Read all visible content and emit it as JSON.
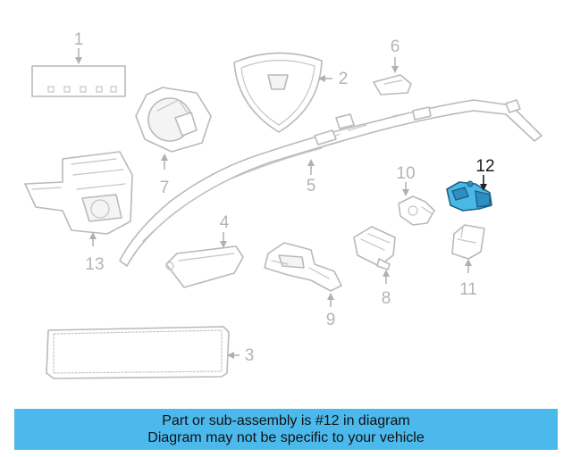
{
  "callouts": {
    "c1": "1",
    "c2": "2",
    "c3": "3",
    "c4": "4",
    "c5": "5",
    "c6": "6",
    "c7": "7",
    "c8": "8",
    "c9": "9",
    "c10": "10",
    "c11": "11",
    "c12": "12",
    "c13": "13"
  },
  "highlighted_part": "12",
  "colors": {
    "highlight": "#4ab8e6",
    "banner": "#4cb9ec",
    "part_outline": "#b9b9b9"
  },
  "banner": {
    "line1": "Part or sub-assembly is #12 in diagram",
    "line2": "Diagram may not be specific to your vehicle"
  }
}
